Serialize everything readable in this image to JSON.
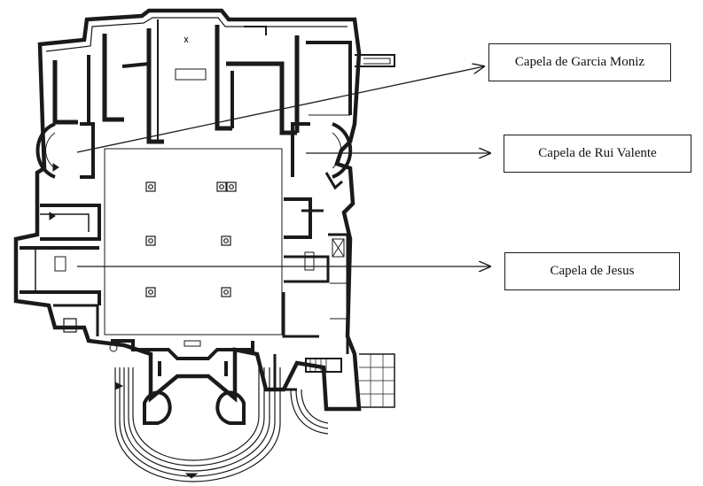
{
  "labels": {
    "garcia_moniz": "Capela de Garcia Moniz",
    "rui_valente": "Capela de Rui Valente",
    "jesus": "Capela de Jesus"
  },
  "colors": {
    "ink": "#1a1a1a",
    "wall_fill": "#ffffff",
    "background": "#ffffff"
  }
}
